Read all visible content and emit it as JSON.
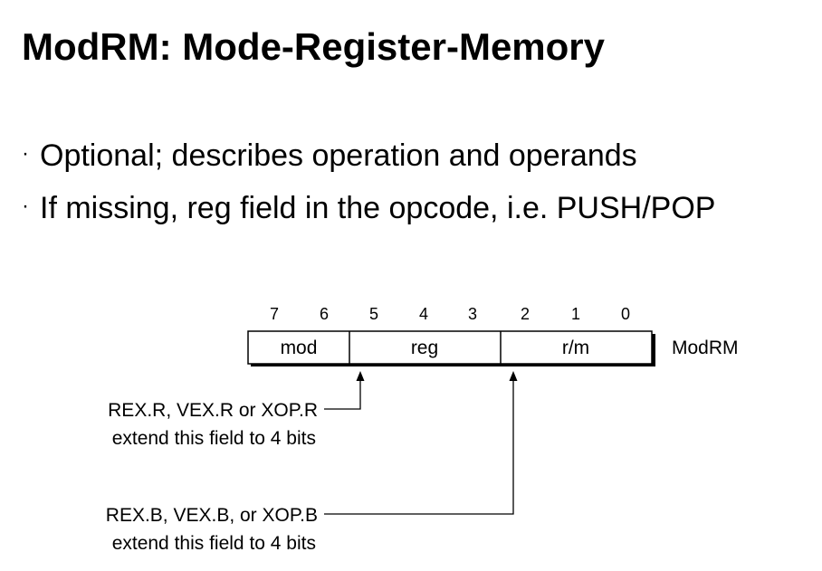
{
  "title": "ModRM: Mode-Register-Memory",
  "bullets": [
    "Optional; describes operation and operands",
    "If missing, reg field in the opcode, i.e. PUSH/POP"
  ],
  "diagram": {
    "bit_labels": [
      "7",
      "6",
      "5",
      "4",
      "3",
      "2",
      "1",
      "0"
    ],
    "fields": [
      {
        "name": "mod",
        "bits": [
          7,
          6
        ]
      },
      {
        "name": "reg",
        "bits": [
          5,
          4,
          3
        ]
      },
      {
        "name": "r/m",
        "bits": [
          2,
          1,
          0
        ]
      }
    ],
    "register_label": "ModRM",
    "annotations": [
      {
        "line1": "REX.R, VEX.R or XOP.R",
        "line2": "extend this field to 4 bits",
        "target_field": "reg"
      },
      {
        "line1": "REX.B, VEX.B, or XOP.B",
        "line2": "extend this field to 4 bits",
        "target_field": "r/m"
      }
    ]
  }
}
